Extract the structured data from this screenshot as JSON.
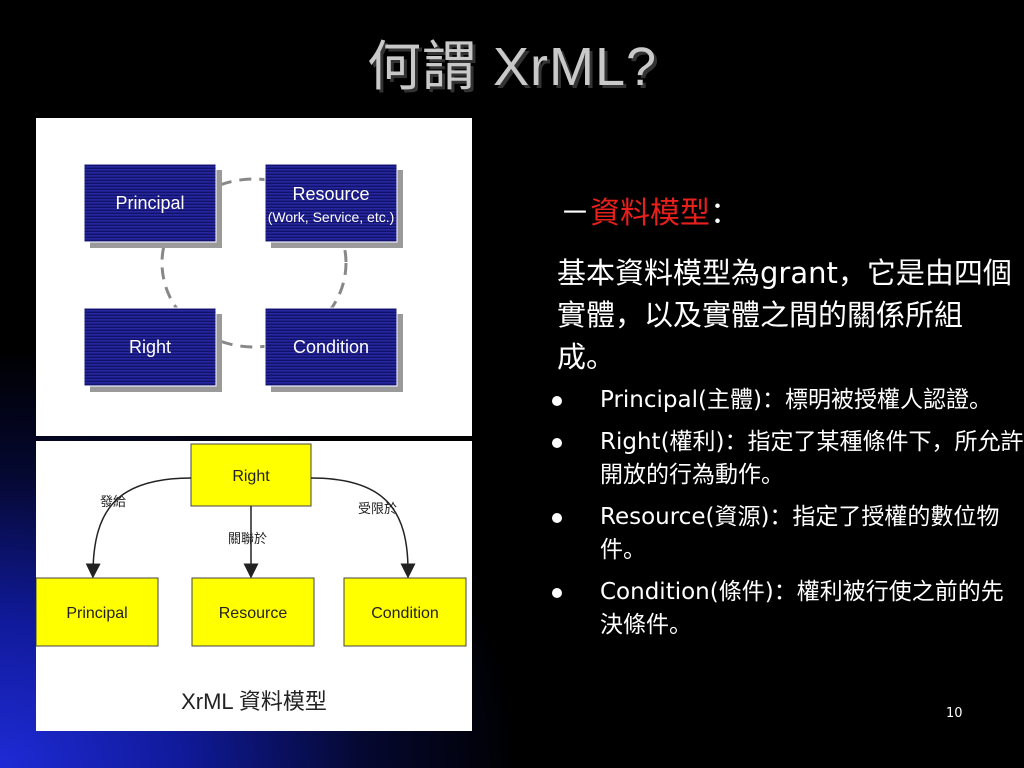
{
  "slide": {
    "title": "何謂 XrML?",
    "page_number": "10"
  },
  "diagram_top": {
    "boxes": {
      "principal": "Principal",
      "resource_line1": "Resource",
      "resource_line2": "(Work, Service, etc.)",
      "right": "Right",
      "condition": "Condition"
    }
  },
  "diagram_bottom": {
    "boxes": {
      "right": "Right",
      "principal": "Principal",
      "resource": "Resource",
      "condition": "Condition"
    },
    "labels": {
      "grant_to": "發給",
      "related_to": "關聯於",
      "limited_by": "受限於"
    },
    "caption": "XrML 資料模型"
  },
  "content": {
    "subhead_dash": "－",
    "subhead_red": "資料模型",
    "subhead_colon": "：",
    "paragraph": "基本資料模型為grant，它是由四個實體，以及實體之間的關係所組成。",
    "bullets": [
      "Principal(主體)：標明被授權人認證。",
      "Right(權利)：指定了某種條件下，所允許開放的行為動作。",
      "Resource(資源)：指定了授權的數位物件。",
      "Condition(條件)：權利被行使之前的先決條件。"
    ]
  },
  "colors": {
    "background": "#000000",
    "title": "#c9c9c9",
    "accent_red": "#e8201c",
    "box_blue": "#1e1e8c",
    "box_yellow": "#ffff00"
  }
}
